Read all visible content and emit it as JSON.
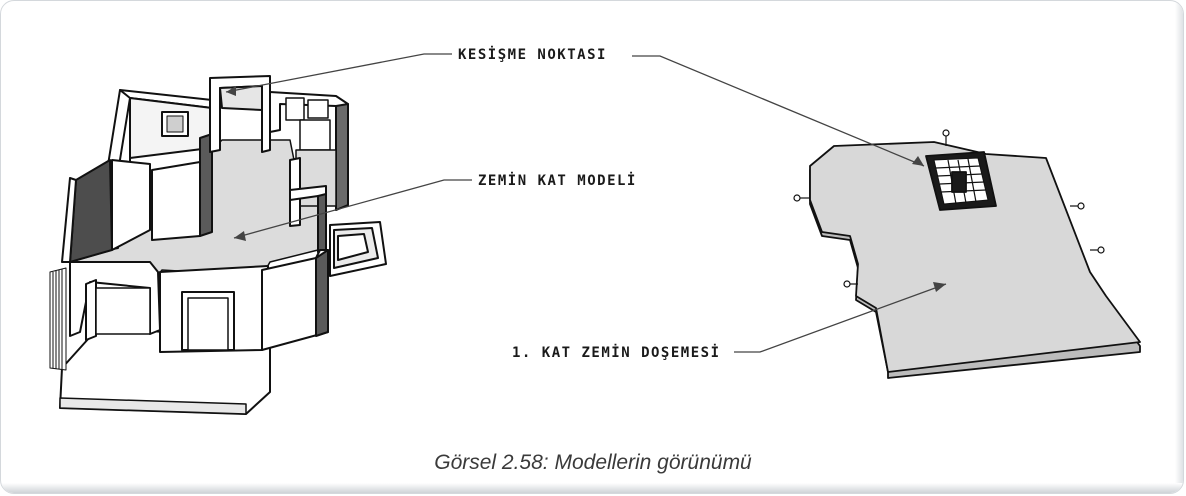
{
  "labels": {
    "intersection_point": "KESİŞME NOKTASI",
    "ground_floor_model": "ZEMİN KAT MODELİ",
    "first_floor_slab": "1. KAT ZEMİN DOŞEMESİ"
  },
  "caption": "Görsel 2.58: Modellerin görünümü",
  "colors": {
    "wall_front": "#ffffff",
    "wall_shadow": "#5a5a5a",
    "floor": "#dcdcdc",
    "slab": "#d6d6d6",
    "line": "#111111",
    "frame_border": "#d4d8dc"
  }
}
